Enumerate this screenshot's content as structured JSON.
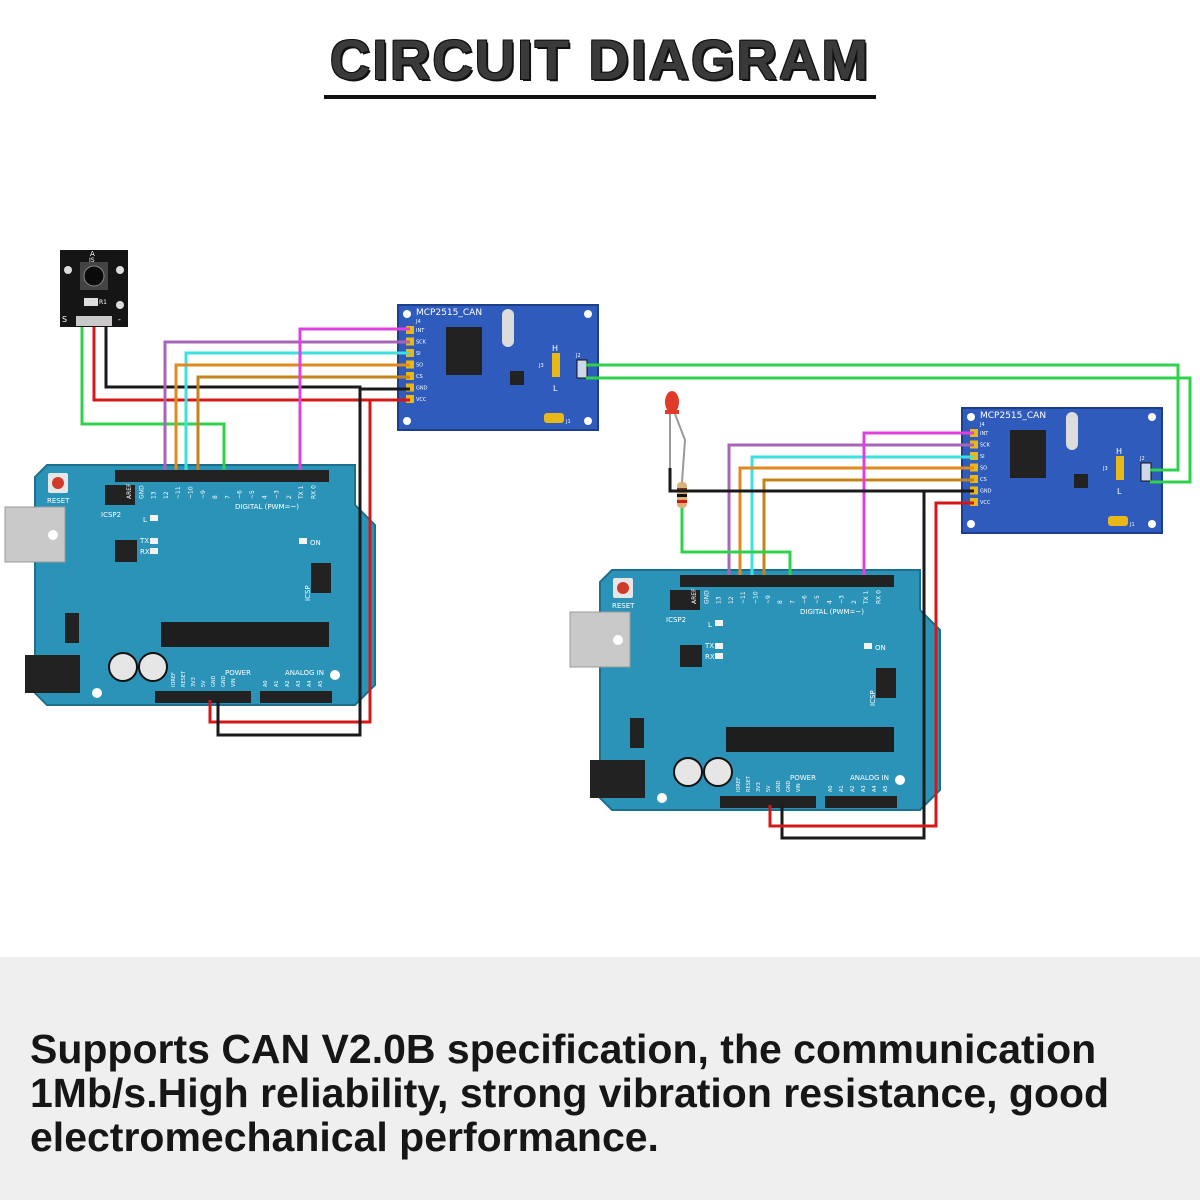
{
  "title": "CIRCUIT DIAGRAM",
  "caption": "Supports CAN V2.0B specification, the communication 1Mb/s.High reliability, strong vibration resistance, good electromechanical performance.",
  "can_module": {
    "name": "MCP2515_CAN",
    "pins": [
      "INT",
      "SCK",
      "SI",
      "SO",
      "CS",
      "GND",
      "VCC"
    ],
    "j4": "J4",
    "h": "H",
    "l": "L",
    "j2": "J2",
    "j3": "J3",
    "j1": "J1"
  },
  "button_module": {
    "a": "A",
    "is": "IS",
    "r1": "R1",
    "s": "S",
    "minus": "-"
  },
  "arduino": {
    "reset": "RESET",
    "icsp2": "ICSP2",
    "icsp": "ICSP",
    "l": "L",
    "tx": "TX",
    "rx": "RX",
    "on": "ON",
    "digital": "DIGITAL (PWM=~)",
    "power": "POWER",
    "analog": "ANALOG IN",
    "one": "1",
    "digital_pins": [
      "AREF",
      "GND",
      "13",
      "12",
      "~11",
      "~10",
      "~9",
      "8",
      "7",
      "~6",
      "~5",
      "4",
      "~3",
      "2",
      "TX 1",
      "RX 0"
    ],
    "power_pins": [
      "IOREF",
      "RESET",
      "3V3",
      "5V",
      "GND",
      "GND",
      "VIN"
    ],
    "analog_pins": [
      "A0",
      "A1",
      "A2",
      "A3",
      "A4",
      "A5"
    ]
  },
  "colors": {
    "board": "#2b93b8",
    "module": "#2f5bbd",
    "green": "#2fd24a",
    "red": "#d41818",
    "black": "#1a1a1a",
    "purple": "#a865b8",
    "cyan": "#3ce0e0",
    "orange": "#e08a1e",
    "brown": "#c4841a",
    "magenta": "#e040e0"
  }
}
